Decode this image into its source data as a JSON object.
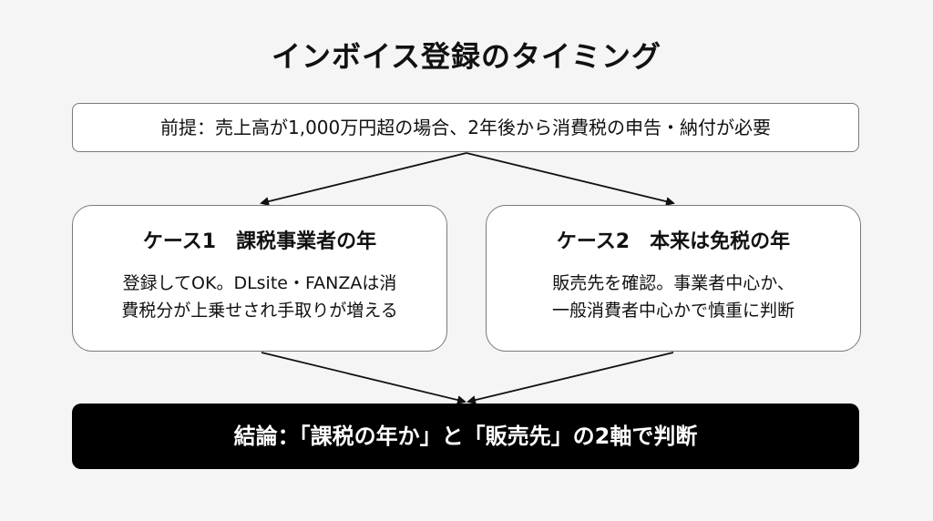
{
  "title": "インボイス登録のタイミング",
  "premise": "前提：売上高が1,000万円超の場合、2年後から消費税の申告・納付が必要",
  "cases": [
    {
      "title": "ケース1　課税事業者の年",
      "lines": [
        "登録してOK。DLsite・FANZAは消",
        "費税分が上乗せされ手取りが増える"
      ]
    },
    {
      "title": "ケース2　本来は免税の年",
      "lines": [
        "販売先を確認。事業者中心か、",
        "一般消費者中心かで慎重に判断"
      ]
    }
  ],
  "conclusion": "結論：「課税の年か」と「販売先」の2軸で判断",
  "colors": {
    "background": "#f5f5f5",
    "box_fill": "#ffffff",
    "box_border": "#7a7a7a",
    "conclusion_fill": "#000000",
    "conclusion_text": "#ffffff",
    "arrow": "#111111"
  }
}
